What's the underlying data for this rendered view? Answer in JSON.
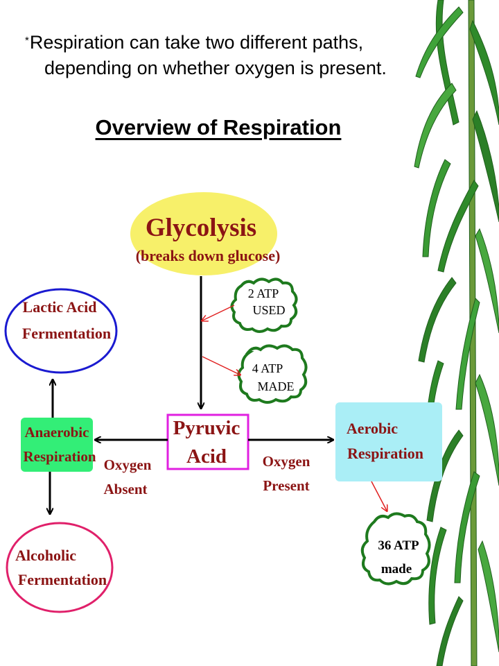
{
  "intro": {
    "bullet": "*",
    "text": "Respiration can take two different paths, depending on whether oxygen is present."
  },
  "title": "Overview of Respiration",
  "diagram": {
    "glycolysis": {
      "title": "Glycolysis",
      "subtitle": "(breaks down glucose)"
    },
    "atp_used": {
      "line1": "2 ATP",
      "line2": "USED"
    },
    "atp_made": {
      "line1": "4 ATP",
      "line2": "MADE"
    },
    "pyruvic": {
      "line1": "Pyruvic",
      "line2": "Acid"
    },
    "anaerobic": {
      "line1": "Anaerobic",
      "line2": "Respiration"
    },
    "aerobic": {
      "line1": "Aerobic",
      "line2": "Respiration"
    },
    "lactic": {
      "line1": "Lactic Acid",
      "line2": "Fermentation"
    },
    "alcoholic": {
      "line1": "Alcoholic",
      "line2": "Fermentation"
    },
    "oxygen_absent": {
      "line1": "Oxygen",
      "line2": "Absent"
    },
    "oxygen_present": {
      "line1": "Oxygen",
      "line2": "Present"
    },
    "atp_36": {
      "line1": "36 ATP",
      "line2": "made"
    }
  },
  "colors": {
    "label_text": "#8b1414",
    "glycolysis_fill": "#f7f06a",
    "pyruvic_border": "#e020e0",
    "anaerobic_fill": "#33ee77",
    "aerobic_fill": "#aaeef6",
    "lactic_border": "#1a1ad0",
    "alcoholic_border": "#e0206a",
    "atp_cloud_border": "#1e7a1e",
    "small_arrow": "#e02020",
    "bamboo_leaf": "#2f8a2a"
  }
}
